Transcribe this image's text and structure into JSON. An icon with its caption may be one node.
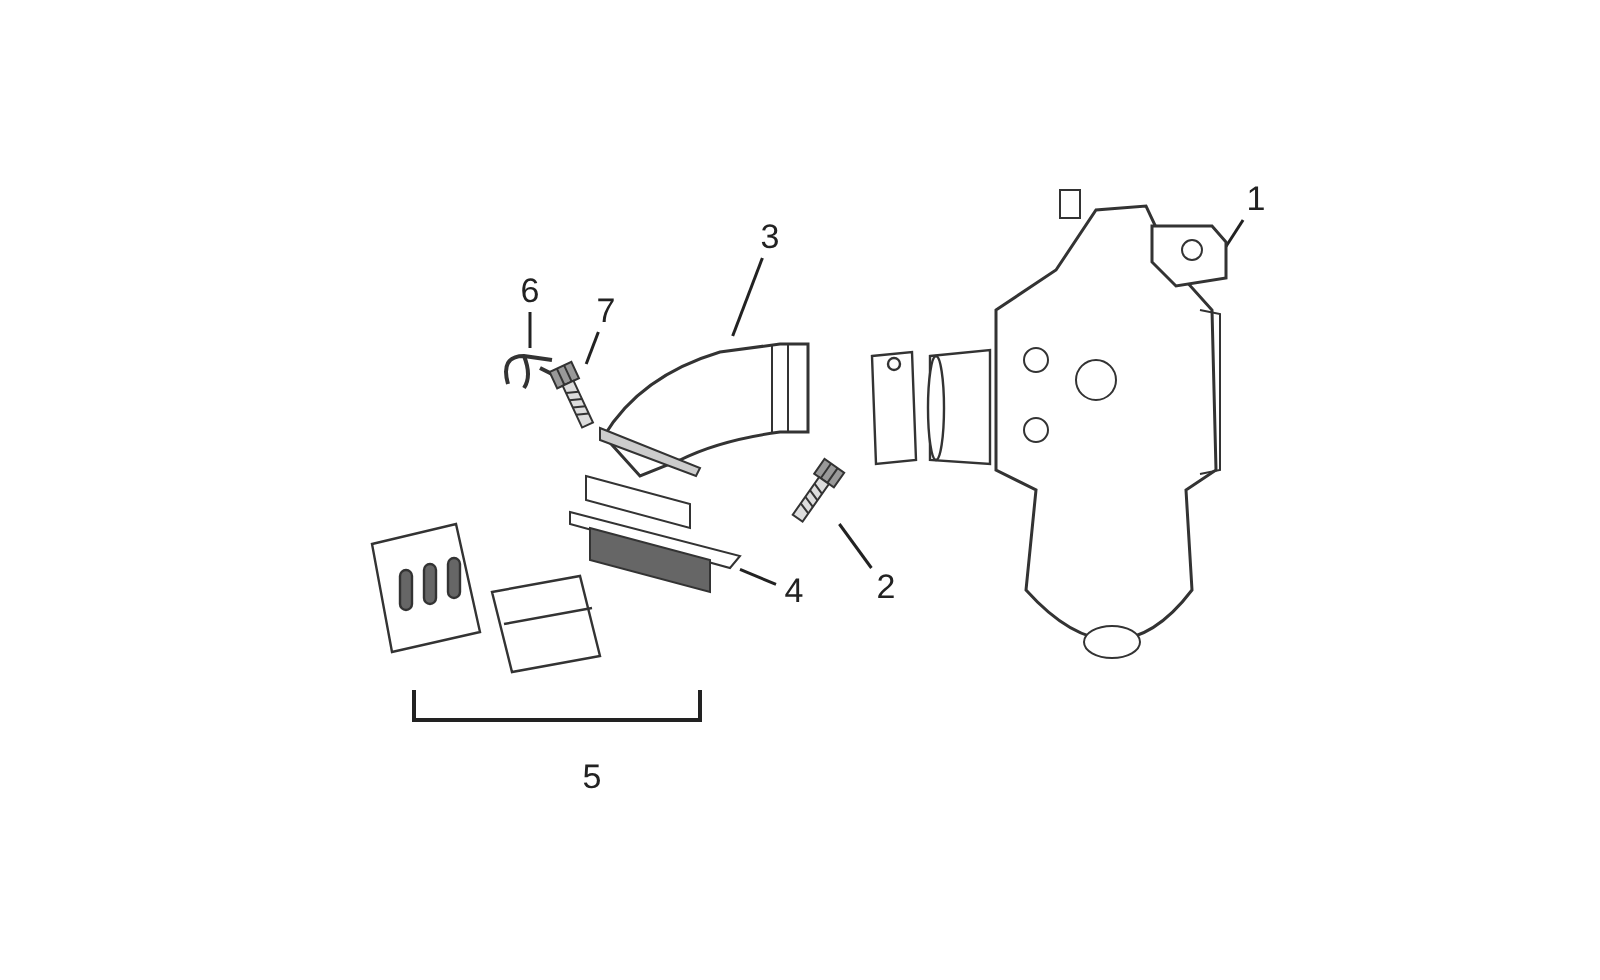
{
  "diagram": {
    "nodes": [
      {
        "text": [
          "1"
        ]
      },
      {
        "text": [],
        "shape": "picture"
      },
      {
        "text": [
          "2"
        ]
      },
      {
        "text": [],
        "shape": "picture"
      },
      {
        "text": [
          "3"
        ]
      },
      {
        "text": [],
        "shape": "picture"
      },
      {
        "text": [
          "4"
        ]
      },
      {
        "text": [],
        "shape": "picture"
      },
      {
        "text": [
          "6"
        ]
      },
      {
        "text": [],
        "shape": "picture"
      },
      {
        "text": [
          "7"
        ]
      },
      {
        "text": [],
        "shape": "picture"
      }
    ],
    "edges": [
      {
        "from": 0,
        "to": 1,
        "arrow": "none"
      },
      {
        "from": 2,
        "to": 3,
        "arrow": "none"
      },
      {
        "from": 4,
        "to": 5,
        "arrow": "none"
      },
      {
        "from": 6,
        "to": 7,
        "arrow": "none"
      },
      {
        "from": 8,
        "to": 9,
        "arrow": "none"
      },
      {
        "from": 10,
        "to": 11,
        "arrow": "none"
      }
    ],
    "labels": [
      "5"
    ]
  }
}
